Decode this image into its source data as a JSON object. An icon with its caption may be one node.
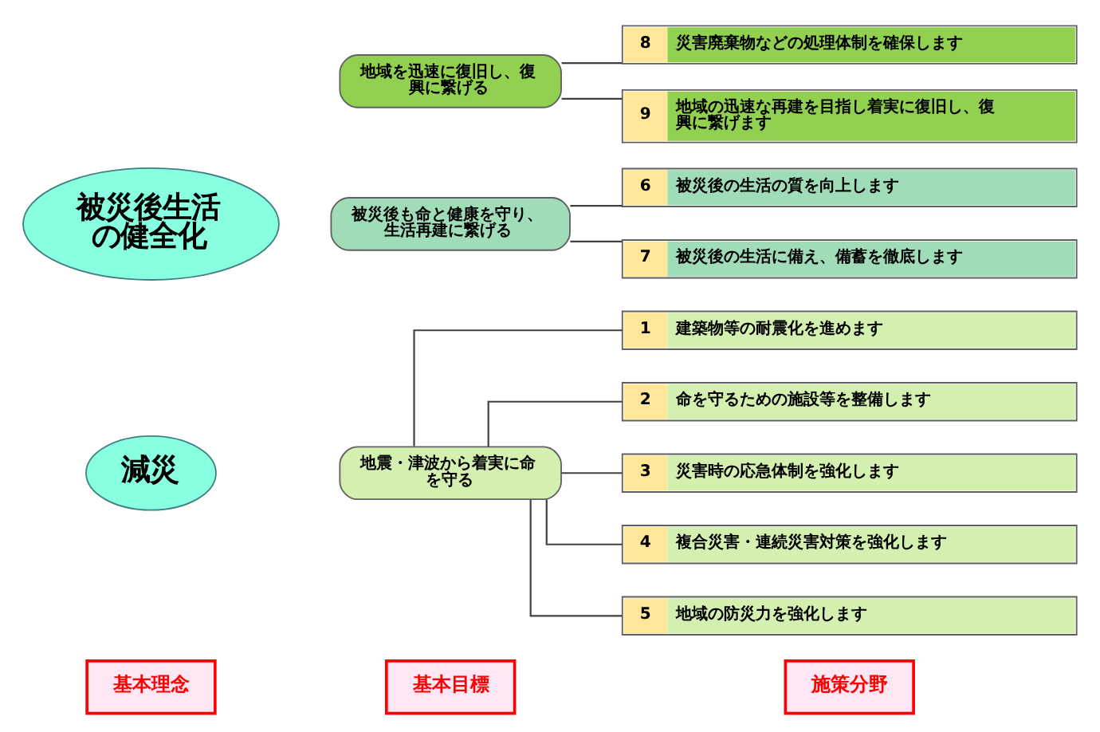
{
  "diagram": {
    "nodes": [
      {
        "text": [
          "基本理念"
        ]
      },
      {
        "text": [
          "基本目標"
        ]
      },
      {
        "text": [
          "施策分野"
        ]
      },
      {
        "text": [
          "減災"
        ]
      },
      {
        "text": [
          "被災後生活の健全化"
        ]
      },
      {
        "text": [
          "地震・津波から着実に命を守る"
        ]
      },
      {
        "text": [
          "1",
          "建築物等の耐震化を進めます"
        ]
      },
      {
        "text": [
          "2",
          "命を守るための施設等を整備します"
        ]
      },
      {
        "text": [
          "3",
          "災害時の応急体制を強化します"
        ]
      },
      {
        "text": [
          "4",
          "複合災害・連続災害対策を強化します"
        ]
      },
      {
        "text": [
          "5",
          "地域の防災力を強化します"
        ]
      },
      {
        "text": [
          "被災後も命と健康を守り、生活再建に繋げる"
        ]
      },
      {
        "text": [
          "6",
          "被災後の生活の質を向上します"
        ]
      },
      {
        "text": [
          "7",
          "被災後の生活に備え、備蓄を徹底します"
        ]
      },
      {
        "text": [
          "地域を迅速に復旧し、復興に繋げる"
        ]
      },
      {
        "text": [
          "8",
          "災害廃棄物などの処理体制を確保します"
        ]
      },
      {
        "text": [
          "9",
          "地域の迅速な再建を目指し着実に復旧し、復興に繋げます"
        ]
      }
    ],
    "edges": [
      {
        "from": 5,
        "to": 6,
        "arrow": "none"
      },
      {
        "from": 5,
        "to": 7,
        "arrow": "none"
      },
      {
        "from": 5,
        "to": 8,
        "arrow": "none"
      },
      {
        "from": 5,
        "to": 9,
        "arrow": "none"
      },
      {
        "from": 5,
        "to": 10,
        "arrow": "none"
      },
      {
        "from": 11,
        "to": 12,
        "arrow": "none"
      },
      {
        "from": 11,
        "to": 13,
        "arrow": "none"
      },
      {
        "from": 14,
        "to": 15,
        "arrow": "none"
      },
      {
        "from": 14,
        "to": 16,
        "arrow": "none"
      }
    ]
  }
}
